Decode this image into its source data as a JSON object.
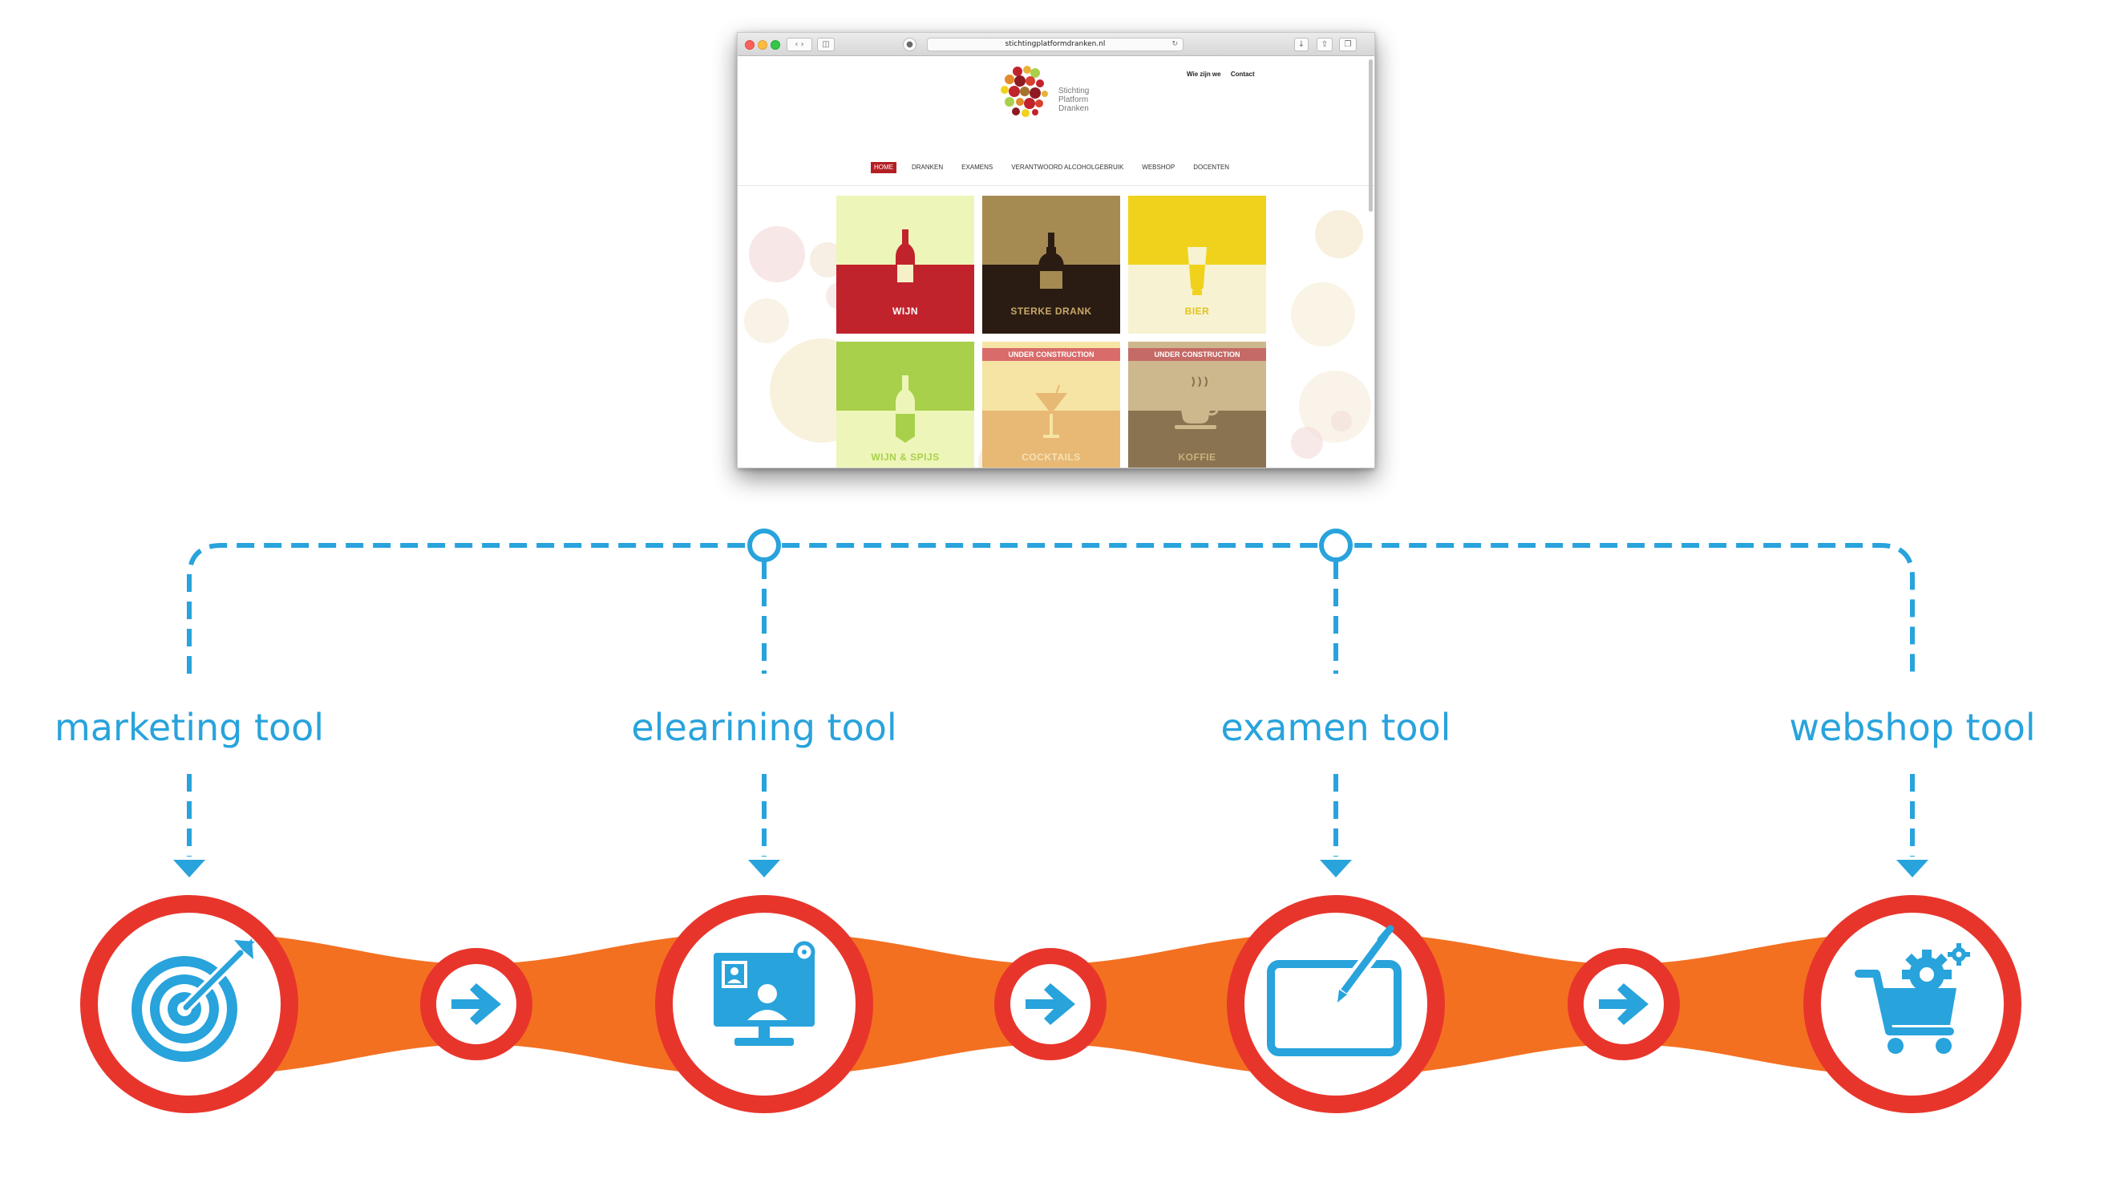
{
  "browser": {
    "url": "stichtingplatformdranken.nl",
    "logo_lines": [
      "Stichting",
      "Platform",
      "Dranken"
    ],
    "top_links": [
      "Wie zijn we",
      "Contact"
    ],
    "nav": [
      {
        "label": "HOME",
        "active": true
      },
      {
        "label": "DRANKEN",
        "active": false
      },
      {
        "label": "EXAMENS",
        "active": false
      },
      {
        "label": "VERANTWOORD ALCOHOLGEBRUIK",
        "active": false
      },
      {
        "label": "WEBSHOP",
        "active": false
      },
      {
        "label": "DOCENTEN",
        "active": false
      }
    ],
    "tiles": [
      {
        "label": "WIJN",
        "band": "",
        "top_color": "#eef5b8",
        "bottom_color": "#c1232c",
        "label_color": "#ffffff",
        "icon": "wine-bottle-icon"
      },
      {
        "label": "STERKE DRANK",
        "band": "",
        "top_color": "#a58a52",
        "bottom_color": "#2a1c12",
        "label_color": "#c9a86a",
        "icon": "liquor-bottle-icon"
      },
      {
        "label": "BIER",
        "band": "",
        "top_color": "#f0d21c",
        "bottom_color": "#f7f3d2",
        "label_color": "#e3c21a",
        "icon": "beer-glass-icon"
      },
      {
        "label": "WIJN & SPIJS",
        "band": "",
        "top_color": "#a8d04b",
        "bottom_color": "#eef5b8",
        "label_color": "#a8d04b",
        "icon": "wine-food-icon"
      },
      {
        "label": "COCKTAILS",
        "band": "UNDER CONSTRUCTION",
        "top_color": "#f6e4a4",
        "bottom_color": "#e8b875",
        "label_color": "#f4e2b4",
        "icon": "cocktail-glass-icon"
      },
      {
        "label": "KOFFIE",
        "band": "UNDER CONSTRUCTION",
        "top_color": "#cdb88e",
        "bottom_color": "#8a7350",
        "label_color": "#c8b27c",
        "icon": "coffee-cup-icon"
      }
    ]
  },
  "tools": [
    {
      "label": "marketing tool",
      "icon": "target-icon"
    },
    {
      "label": "elearining tool",
      "icon": "elearning-monitor-icon"
    },
    {
      "label": "examen tool",
      "icon": "tablet-pen-icon"
    },
    {
      "label": "webshop tool",
      "icon": "cart-gear-icon"
    }
  ],
  "colors": {
    "accent_blue": "#28a3dc",
    "ring_red": "#e8352c",
    "band_orange": "#f37021"
  }
}
